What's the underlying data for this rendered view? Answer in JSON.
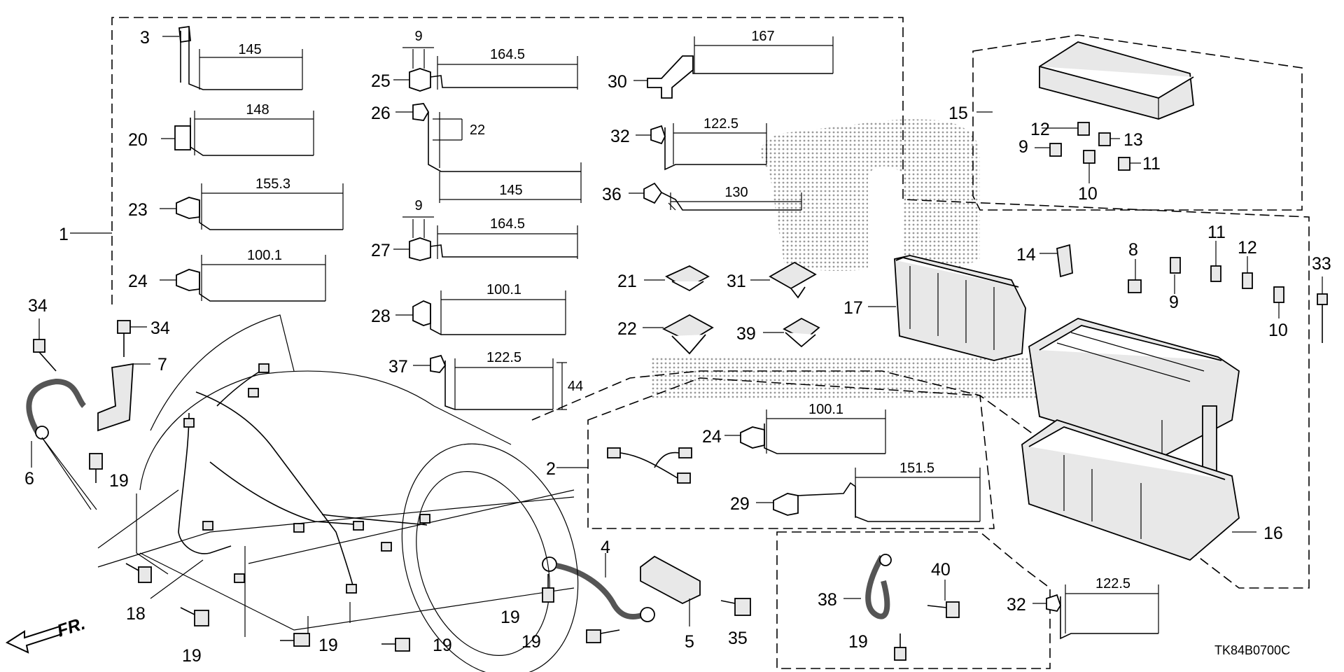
{
  "diagram_code": "TK84B0700C",
  "direction_arrow": {
    "label": "FR.",
    "icon": "front-arrow-icon"
  },
  "callouts": {
    "c1": "1",
    "c2": "2",
    "c3": "3",
    "c4": "4",
    "c5": "5",
    "c6": "6",
    "c7": "7",
    "c8": "8",
    "c9a": "9",
    "c9b": "9",
    "c10a": "10",
    "c10b": "10",
    "c11a": "11",
    "c11b": "11",
    "c12a": "12",
    "c12b": "12",
    "c13": "13",
    "c14": "14",
    "c15": "15",
    "c16": "16",
    "c17": "17",
    "c18": "18",
    "c19a": "19",
    "c19b": "19",
    "c19c": "19",
    "c19d": "19",
    "c19e": "19",
    "c19f": "19",
    "c19g": "19",
    "c20": "20",
    "c21": "21",
    "c22": "22",
    "c23": "23",
    "c24a": "24",
    "c24b": "24",
    "c25": "25",
    "c26": "26",
    "c27": "27",
    "c28": "28",
    "c29": "29",
    "c30": "30",
    "c31": "31",
    "c32a": "32",
    "c32b": "32",
    "c33": "33",
    "c34a": "34",
    "c34b": "34",
    "c35": "35",
    "c36": "36",
    "c37": "37",
    "c38": "38",
    "c39": "39",
    "c40": "40"
  },
  "dimensions": {
    "d3": "145",
    "d20": "148",
    "d23": "155.3",
    "d24a": "100.1",
    "d25_small": "9",
    "d25": "164.5",
    "d26_small": "22",
    "d26": "145",
    "d27_small": "9",
    "d27": "164.5",
    "d28": "100.1",
    "d37": "122.5",
    "d37_side": "44",
    "d30": "167",
    "d32a": "122.5",
    "d36": "130",
    "d24b": "100.1",
    "d29": "151.5",
    "d32b": "122.5"
  }
}
